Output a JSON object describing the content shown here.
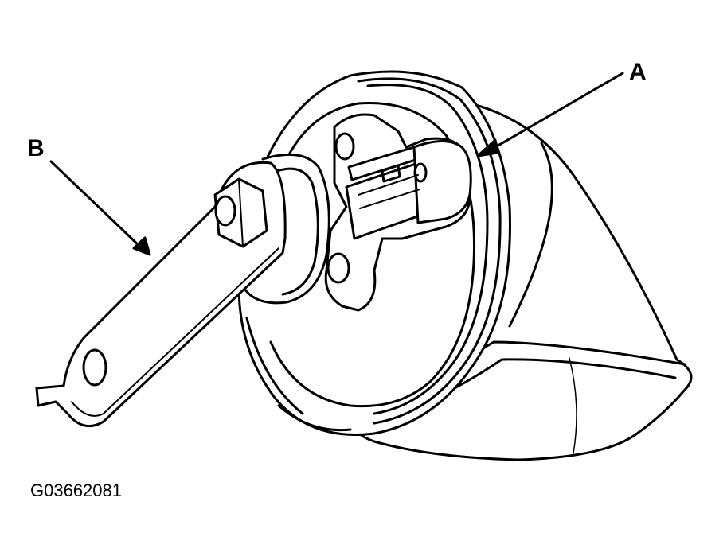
{
  "callouts": {
    "a": "A",
    "b": "B"
  },
  "figure_id": "G03662081",
  "colors": {
    "line": "#000000",
    "background": "#ffffff"
  }
}
